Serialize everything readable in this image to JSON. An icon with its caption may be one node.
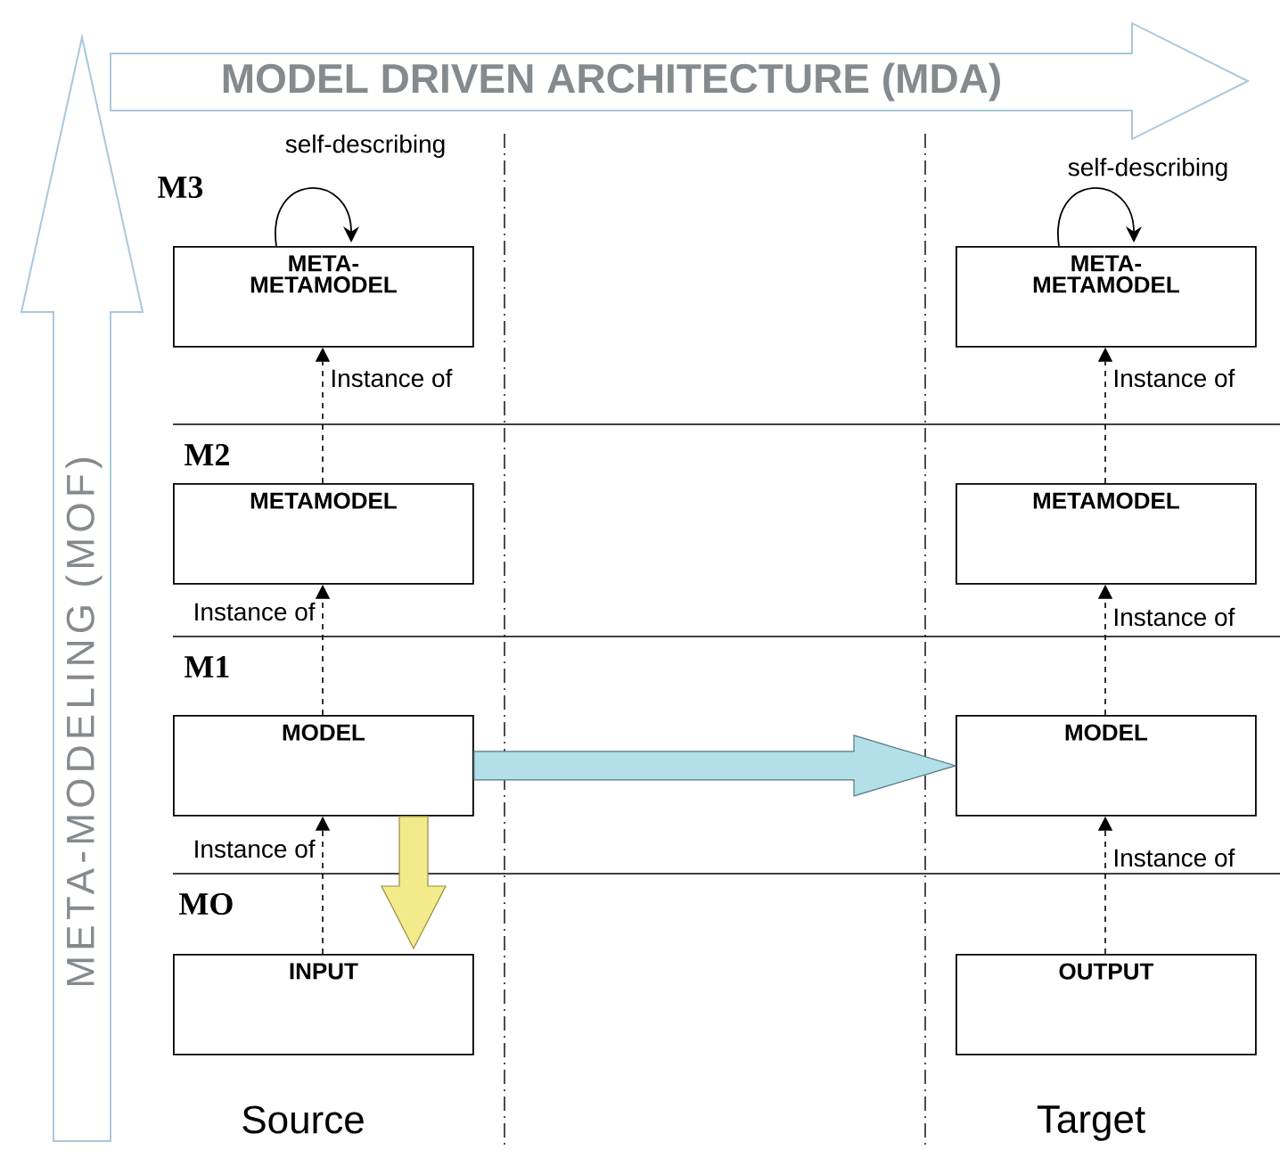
{
  "diagram": {
    "nodes": [
      {
        "text": [
          "MODEL DRIVEN ARCHITECTURE (MDA)"
        ]
      },
      {
        "text": [
          "META-MODELING (MOF)"
        ]
      },
      {
        "text": [
          "META- METAMODEL"
        ]
      },
      {
        "text": [
          "META- METAMODEL"
        ]
      },
      {
        "text": [
          "METAMODEL"
        ]
      },
      {
        "text": [
          "METAMODEL"
        ]
      },
      {
        "text": [
          "MODEL"
        ]
      },
      {
        "text": [
          "MODEL"
        ]
      },
      {
        "text": [
          "INPUT"
        ]
      },
      {
        "text": [
          "OUTPUT"
        ]
      }
    ],
    "edges": [
      {
        "from": 2,
        "to": 2,
        "arrow": "to",
        "label": "self-describing"
      },
      {
        "from": 3,
        "to": 3,
        "arrow": "to",
        "label": "self-describing"
      },
      {
        "from": 4,
        "to": 2,
        "arrow": "to",
        "style": "dashed",
        "label": "Instance of"
      },
      {
        "from": 5,
        "to": 3,
        "arrow": "to",
        "style": "dashed",
        "label": "Instance of"
      },
      {
        "from": 6,
        "to": 4,
        "arrow": "to",
        "style": "dashed",
        "label": "Instance of"
      },
      {
        "from": 7,
        "to": 5,
        "arrow": "to",
        "style": "dashed",
        "label": "Instance of"
      },
      {
        "from": 8,
        "to": 6,
        "arrow": "to",
        "style": "dashed",
        "label": "Instance of"
      },
      {
        "from": 9,
        "to": 7,
        "arrow": "to",
        "style": "dashed",
        "label": "Instance of"
      },
      {
        "from": 6,
        "to": 7,
        "arrow": "to",
        "style": "thick",
        "color": "#b3dfe8"
      },
      {
        "from": 6,
        "to": 8,
        "arrow": "to",
        "style": "thick",
        "color": "#f3ea8c"
      }
    ],
    "labels": [
      "M3",
      "M2",
      "M1",
      "MO",
      "Source",
      "Target"
    ]
  }
}
